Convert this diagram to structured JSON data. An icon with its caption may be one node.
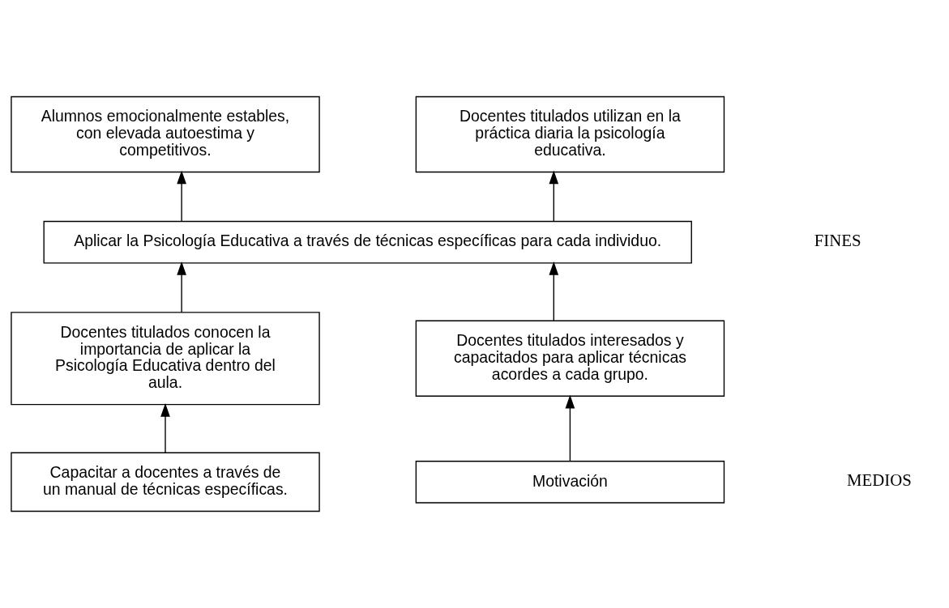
{
  "diagram": {
    "nodes": [
      {
        "text": [
          "Alumnos emocionalmente estables, con elevada autoestima y competitivos."
        ]
      },
      {
        "text": [
          "Docentes titulados utilizan en la práctica diaria la psicología educativa."
        ]
      },
      {
        "text": [
          "Aplicar la Psicología Educativa a través de técnicas específicas para cada individuo."
        ]
      },
      {
        "text": [
          "Docentes titulados conocen la importancia de aplicar la Psicología Educativa dentro del aula."
        ]
      },
      {
        "text": [
          "Docentes titulados interesados y capacitados para aplicar técnicas acordes a cada grupo."
        ]
      },
      {
        "text": [
          "Capacitar a docentes a través de un manual de técnicas específicas."
        ]
      },
      {
        "text": [
          "Motivación"
        ]
      }
    ],
    "edges": [
      {
        "from": 2,
        "to": 0,
        "arrow": "to"
      },
      {
        "from": 2,
        "to": 1,
        "arrow": "to"
      },
      {
        "from": 3,
        "to": 2,
        "arrow": "to"
      },
      {
        "from": 4,
        "to": 2,
        "arrow": "to"
      },
      {
        "from": 5,
        "to": 3,
        "arrow": "to"
      },
      {
        "from": 6,
        "to": 4,
        "arrow": "to"
      }
    ],
    "labels": [
      "FINES",
      "MEDIOS"
    ]
  }
}
